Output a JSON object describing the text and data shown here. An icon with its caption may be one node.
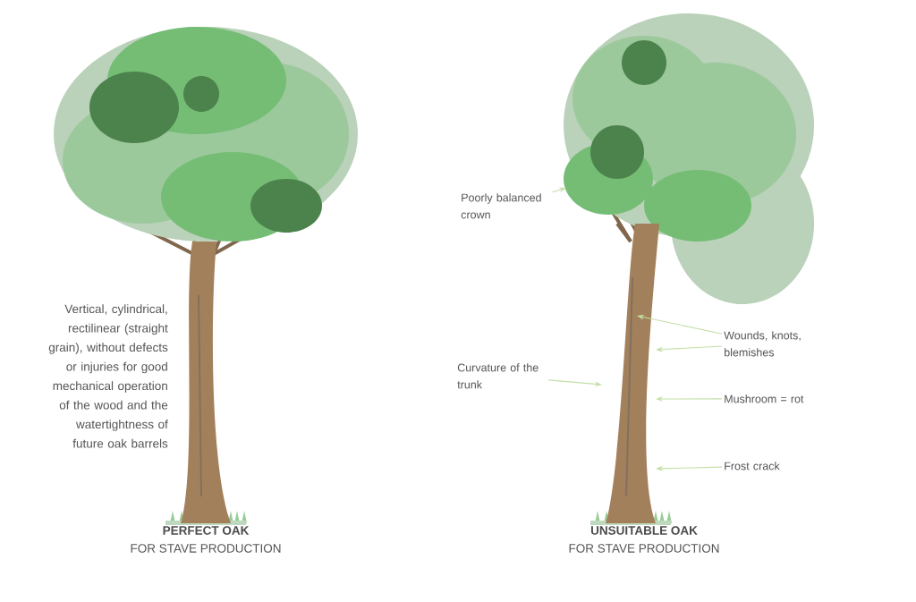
{
  "diagram": {
    "nodes": [
      {
        "text": [
          "Poorly balanced crown"
        ]
      },
      {
        "text": [
          "Wounds, knots, blemishes"
        ]
      },
      {
        "text": [
          "Curvature of the trunk"
        ]
      },
      {
        "text": [
          "Mushroom = rot"
        ]
      },
      {
        "text": [
          "Frost crack"
        ]
      }
    ],
    "edges": [
      {
        "from": 0,
        "to": null,
        "arrow": "to"
      },
      {
        "from": 1,
        "to": null,
        "arrow": "to"
      },
      {
        "from": 1,
        "to": null,
        "arrow": "to"
      },
      {
        "from": 2,
        "to": null,
        "arrow": "to"
      },
      {
        "from": 3,
        "to": null,
        "arrow": "to"
      },
      {
        "from": 4,
        "to": null,
        "arrow": "to"
      }
    ],
    "labels": [
      "Vertical, cylindrical, rectilinear (straight grain), without defects or injuries for good mechanical operation of the wood and the watertightness of future oak barrels",
      "PERFECT OAK",
      "FOR STAVE PRODUCTION",
      "UNSUITABLE OAK",
      "FOR STAVE PRODUCTION"
    ]
  }
}
